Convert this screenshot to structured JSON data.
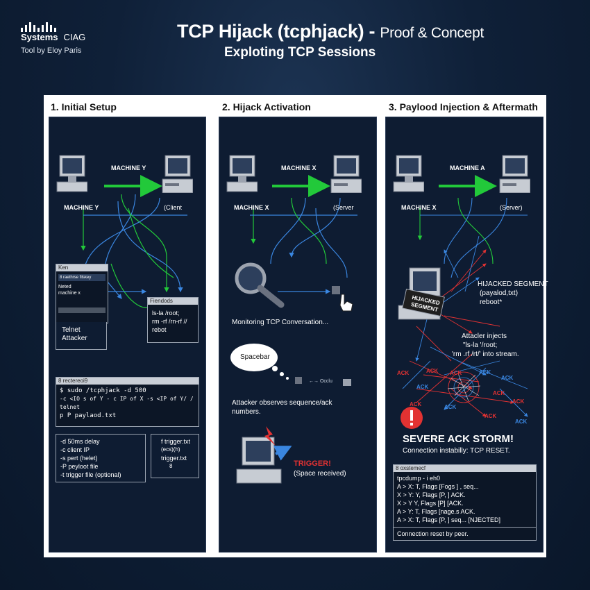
{
  "header": {
    "logo_line1": "Systems",
    "logo_line1b": "CIAG",
    "logo_sub": "Tool by Eloy Paris",
    "title_main": "TCP Hijack (tcphjack) -",
    "title_rest": "Proof & Concept",
    "subtitle": "Exploting TCP Sessions"
  },
  "colors": {
    "green_arrow": "#22c93a",
    "blue_arrow": "#3a86e0",
    "red": "#e23232",
    "panel_bg": "#0e1c32"
  },
  "panels": [
    {
      "title": "1. Initial Setup",
      "arrow_label": "MACHINE Y",
      "left_label": "MACHINE Y",
      "right_label": "(Client",
      "mini_window": {
        "bar": "Ken",
        "row1": "8 raethrse filskey",
        "row2": "Neted",
        "row3": "machine x"
      },
      "telnet_label_1": "Telnet",
      "telnet_label_2": "Attacker",
      "small_term": {
        "bar": "Fiendods",
        "lines": [
          "ls-la /root;",
          "rm -rf /rn-rf //",
          "rebot"
        ]
      },
      "cmd_term": {
        "bar": "8 rectereoi9",
        "lines": [
          "$ sudo /tcphjack  -d 500",
          " -c <IO s of Y - c  IP of X -s <IP of Y/ / telnet",
          " p P paylaod.txt"
        ]
      },
      "options": [
        "-d 50ms delay",
        "-c client IP",
        "-s pert (helet)",
        "-P peyloot file",
        "-t trigger file (optional)"
      ],
      "trigger_box": [
        "f trigger.txt",
        "(ecs)(h)",
        "trigger.txt",
        "8"
      ]
    },
    {
      "title": "2. Hijack Activation",
      "arrow_label": "MACHINE X",
      "left_label": "MACHINE X",
      "right_label": "(Server",
      "monitor_text": "Monitoring TCP Conversation...",
      "bubble": "Spacebar",
      "mini_label": "Occlu",
      "observe_text_1": "Attacker observes sequence/ack",
      "observe_text_2": "numbers.",
      "trigger_label": "TRIGGER!",
      "trigger_sub": "(Space received)"
    },
    {
      "title": "3. Paylood Injection & Aftermath",
      "arrow_label": "MACHINE A",
      "left_label": "MACHINE X",
      "right_label": "(Server)",
      "hijacked_badge_1": "HIJACKED",
      "hijacked_badge_2": "SEGMENT",
      "hijacked_text": [
        "HIJACKED SEGMENT",
        "(payalod,txt)",
        "reboot*"
      ],
      "inject_text": [
        "Attacler injects",
        "\"ls-la '/root;",
        "'rm .rf /rt/' into stream."
      ],
      "ack_labels": [
        "ACK",
        "ACK",
        "ACK",
        "ACK",
        "ACK",
        "ACK",
        "ACK",
        "ACK",
        "ACK",
        "ACK",
        "ACK",
        "ACK"
      ],
      "storm_title": "SEVERE ACK STORM!",
      "storm_sub": "Connection instabilly: TCP RESET.",
      "dump": {
        "bar": "8 oxstemecf",
        "lines": [
          "tpcdump - i eh0",
          "A > X: T, Flags [Fogs ] , seq...",
          "X > Y: Y, Flags [P, ] ACK.",
          "X > Y Y, Flags [P] [ACK.",
          "A > Y: T, Flags [nage.s ACK.",
          "A > X: T, Flags [P, ] seq... [NJECTED]"
        ],
        "footer": "Connection reset by peer."
      }
    }
  ]
}
